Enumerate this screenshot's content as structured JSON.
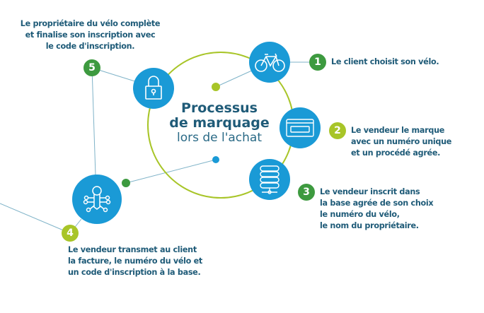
{
  "title": {
    "line1": "Processus",
    "line2": "de marquage",
    "line3": "lors de l'achat"
  },
  "colors": {
    "blue": "#1a9ad6",
    "text": "#1f5b78",
    "green": "#3d9a3f",
    "lime": "#a8c528",
    "line": "#7fb3c8"
  },
  "steps": [
    {
      "num": "1",
      "text": "Le client choisit son vélo.",
      "icon": "bicycle-icon"
    },
    {
      "num": "2",
      "text": "Le vendeur le marque avec un numéro unique et un procédé agrée.",
      "lines": [
        "Le vendeur le marque",
        "avec un numéro unique",
        "et un procédé agrée."
      ],
      "icon": "marking-device-icon"
    },
    {
      "num": "3",
      "lines": [
        "Le vendeur inscrit dans",
        "la base agrée de son choix",
        "le numéro du vélo,",
        "le nom du propriétaire."
      ],
      "icon": "database-icon"
    },
    {
      "num": "4",
      "lines": [
        "Le vendeur transmet au client",
        "la facture, le numéro du vélo et",
        "un code d'inscription à la base."
      ],
      "icon": "digital-key-icon"
    },
    {
      "num": "5",
      "lines": [
        "Le propriétaire du vélo complète",
        "et finalise son inscription avec",
        "le code d'inscription."
      ],
      "icon": "padlock-icon"
    }
  ]
}
